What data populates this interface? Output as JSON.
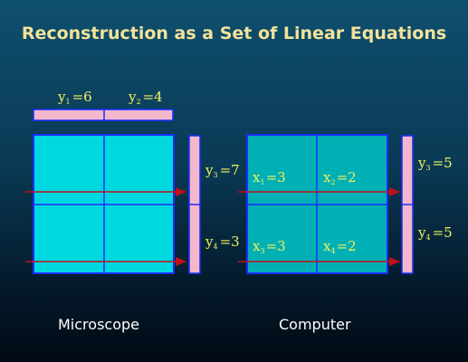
{
  "title": "Reconstruction as a Set of Linear Equations",
  "microscope": {
    "caption": "Microscope",
    "column_sums": [
      {
        "var": "y",
        "sub": "1",
        "val": "=6"
      },
      {
        "var": "y",
        "sub": "2",
        "val": "=4"
      }
    ],
    "row_sums": [
      {
        "var": "y",
        "sub": "3",
        "val": "=7"
      },
      {
        "var": "y",
        "sub": "4",
        "val": "=3"
      }
    ]
  },
  "computer": {
    "caption": "Computer",
    "cells": [
      {
        "var": "x",
        "sub": "1",
        "val": "=3"
      },
      {
        "var": "x",
        "sub": "2",
        "val": "=2"
      },
      {
        "var": "x",
        "sub": "3",
        "val": "=3"
      },
      {
        "var": "x",
        "sub": "4",
        "val": "=2"
      }
    ],
    "row_sums": [
      {
        "var": "y",
        "sub": "3",
        "val": "=5"
      },
      {
        "var": "y",
        "sub": "4",
        "val": "=5"
      }
    ]
  },
  "colors": {
    "title": "#f2e29a",
    "label": "#f0f060",
    "grid_microscope": "#00d8e0",
    "grid_computer": "#00b0b4",
    "grid_border": "#1a2cff",
    "sum_bar": "#f4b8cc",
    "arrow": "#c0101a"
  }
}
